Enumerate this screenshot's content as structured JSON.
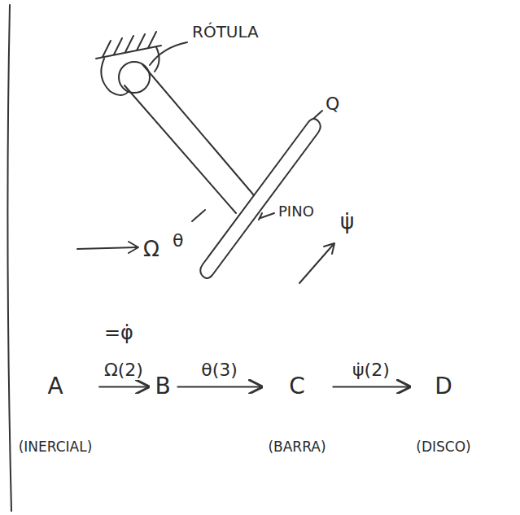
{
  "diagram": {
    "nodes": [
      {
        "text": [
          "A",
          "(INERCIAL)"
        ]
      },
      {
        "text": [
          "B"
        ]
      },
      {
        "text": [
          "C",
          "(BARRA)"
        ]
      },
      {
        "text": [
          "D",
          "(DISCO)"
        ]
      }
    ],
    "edges": [
      {
        "from": 0,
        "to": 1,
        "arrow": "to",
        "label": "Ω(2)"
      },
      {
        "from": 1,
        "to": 2,
        "arrow": "to",
        "label": "θ(3)"
      },
      {
        "from": 2,
        "to": 3,
        "arrow": "to",
        "label": "ψ̇(2)"
      }
    ],
    "labels": [
      "RÓTULA",
      "Q",
      "PINO",
      "θ",
      "Ω",
      "ψ̇",
      "=φ̇"
    ]
  }
}
